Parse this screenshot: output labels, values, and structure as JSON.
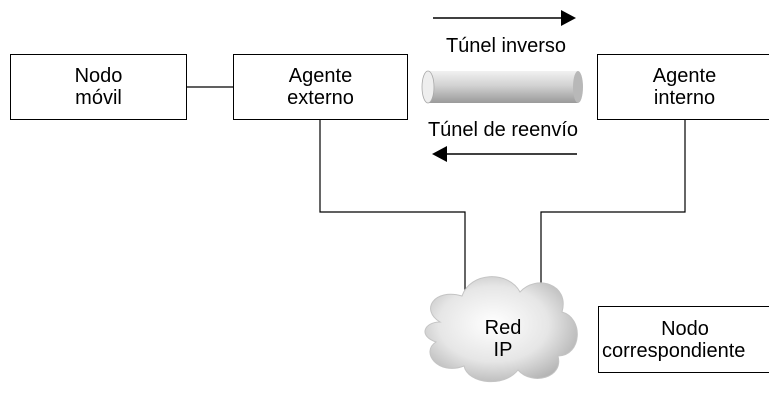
{
  "nodes": {
    "mobile_node": [
      "Nodo",
      "móvil"
    ],
    "foreign_agent": [
      "Agente",
      "externo"
    ],
    "home_agent": [
      "Agente",
      "interno"
    ],
    "correspondent_node": [
      "Nodo",
      "correspondiente"
    ]
  },
  "network": {
    "name": [
      "Red",
      "IP"
    ]
  },
  "tunnels": {
    "reverse": "Túnel inverso",
    "forward": "Túnel de reenvío"
  },
  "colors": {
    "line": "#000000",
    "tunnel_fill": "#cfcfcf",
    "cloud_fill": "#dcdcdc"
  }
}
